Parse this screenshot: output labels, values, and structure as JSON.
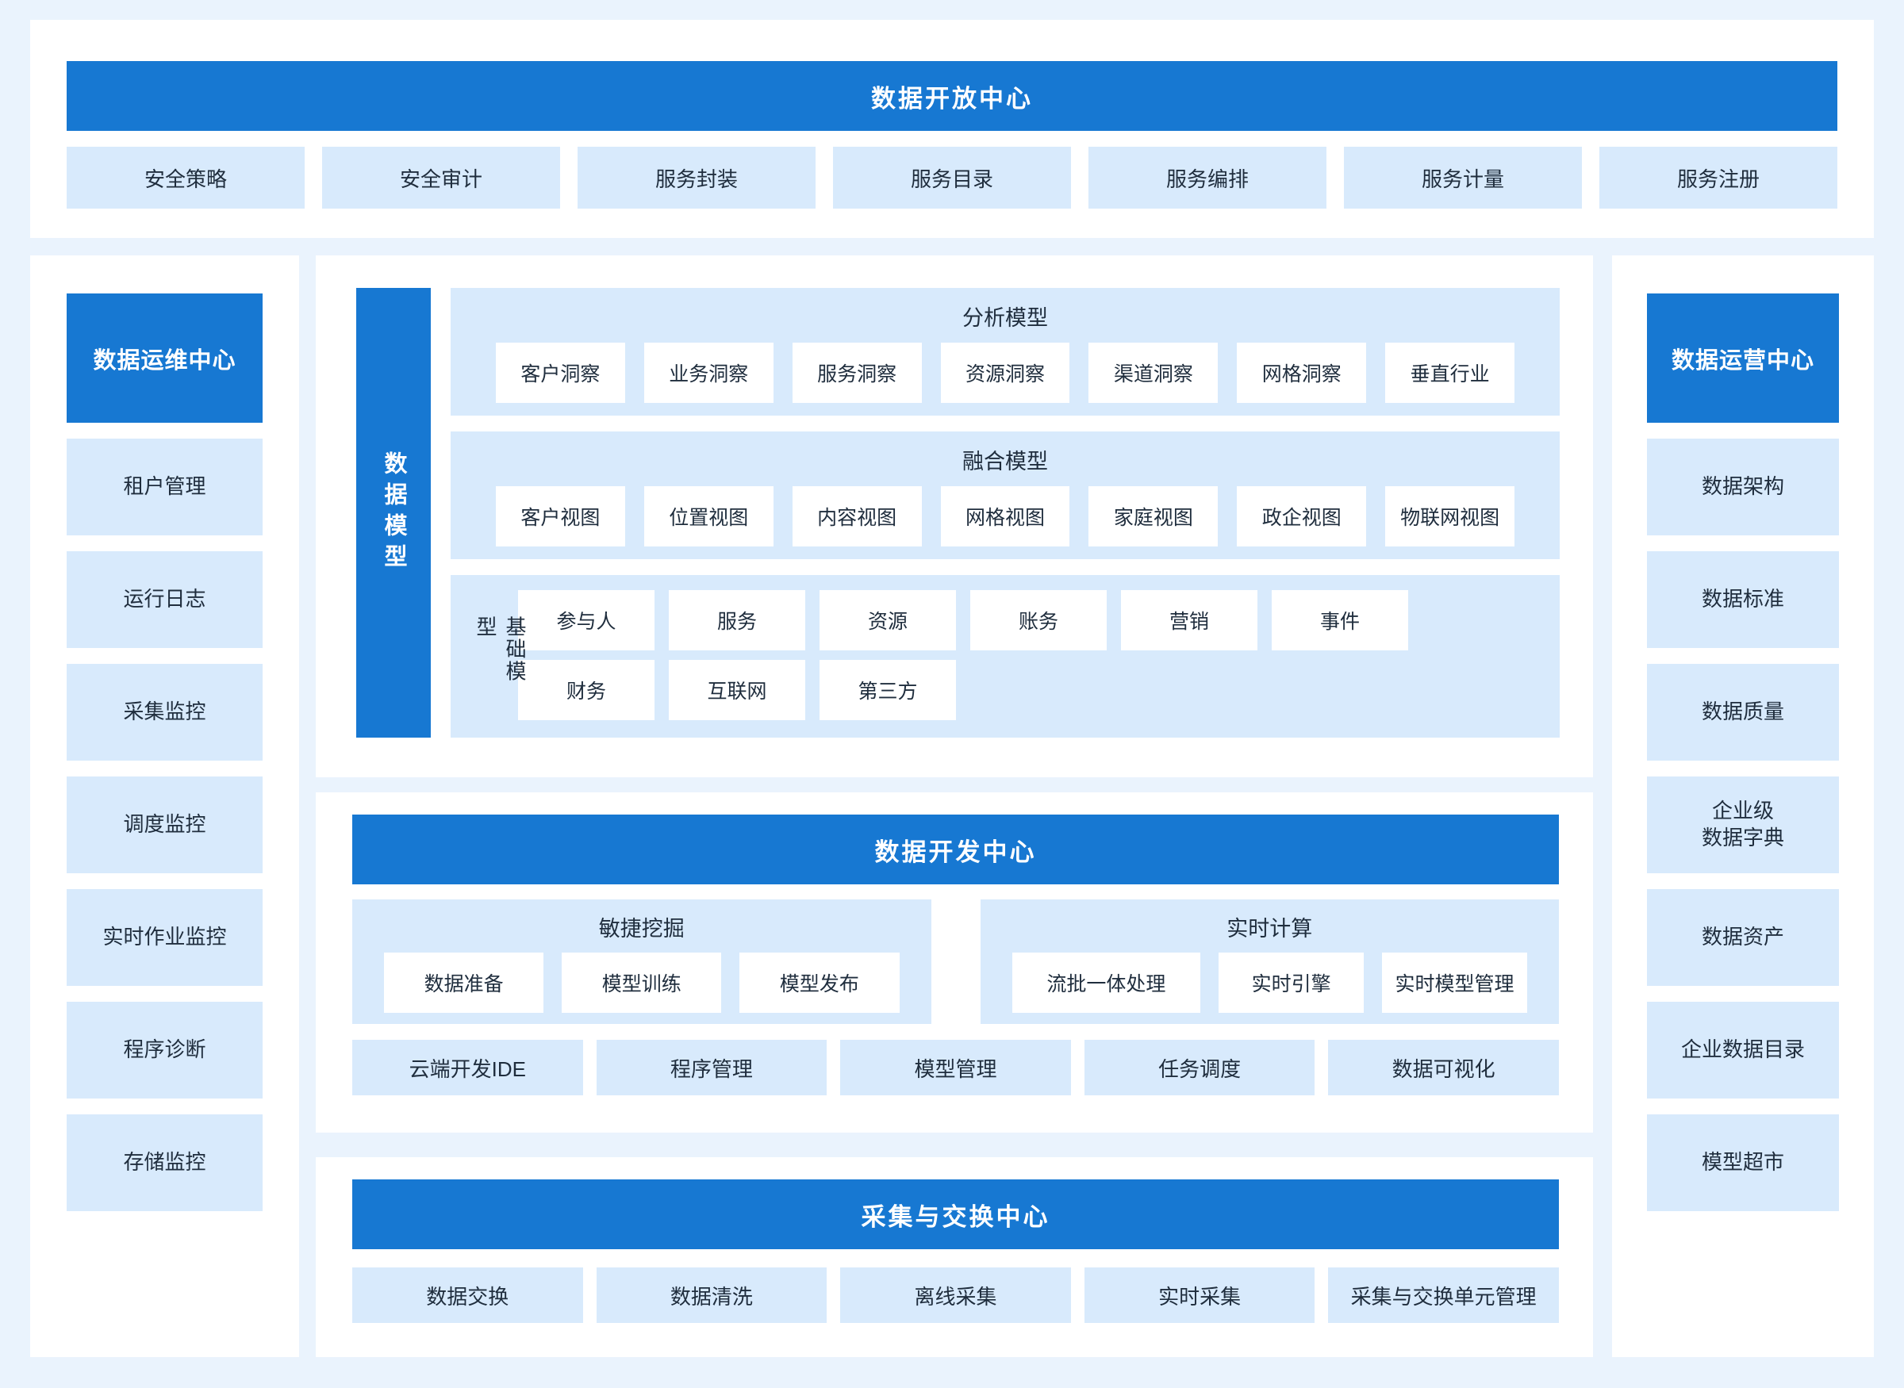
{
  "colors": {
    "page_bg": "#eaf3fd",
    "panel_bg": "#ffffff",
    "accent_blue": "#1778d2",
    "tile_blue": "#d8eafc",
    "text_dark": "#1f2d3d",
    "text_on_blue": "#ffffff"
  },
  "open_center": {
    "title": "数据开放中心",
    "items": [
      "安全策略",
      "安全审计",
      "服务封装",
      "服务目录",
      "服务编排",
      "服务计量",
      "服务注册"
    ]
  },
  "ops_center": {
    "title": "数据运维中心",
    "items": [
      "租户管理",
      "运行日志",
      "采集监控",
      "调度监控",
      "实时作业监控",
      "程序诊断",
      "存储监控"
    ]
  },
  "operation_center": {
    "title": "数据运营中心",
    "items": [
      "数据架构",
      "数据标准",
      "数据质量",
      "企业级\n数据字典",
      "数据资产",
      "企业数据目录",
      "模型超市"
    ]
  },
  "data_model": {
    "title": "数据模型",
    "analysis": {
      "title": "分析模型",
      "items": [
        "客户洞察",
        "业务洞察",
        "服务洞察",
        "资源洞察",
        "渠道洞察",
        "网格洞察",
        "垂直行业"
      ]
    },
    "fusion": {
      "title": "融合模型",
      "items": [
        "客户视图",
        "位置视图",
        "内容视图",
        "网格视图",
        "家庭视图",
        "政企视图",
        "物联网视图"
      ]
    },
    "base": {
      "title": "基础模型",
      "rows": [
        [
          "参与人",
          "服务",
          "资源",
          "账务",
          "营销",
          "事件"
        ],
        [
          "财务",
          "互联网",
          "第三方"
        ]
      ]
    }
  },
  "dev_center": {
    "title": "数据开发中心",
    "agile": {
      "title": "敏捷挖掘",
      "items": [
        "数据准备",
        "模型训练",
        "模型发布"
      ]
    },
    "realtime": {
      "title": "实时计算",
      "items": [
        "流批一体处理",
        "实时引擎",
        "实时模型管理"
      ]
    },
    "tools": [
      "云端开发IDE",
      "程序管理",
      "模型管理",
      "任务调度",
      "数据可视化"
    ]
  },
  "exchange_center": {
    "title": "采集与交换中心",
    "items": [
      "数据交换",
      "数据清洗",
      "离线采集",
      "实时采集",
      "采集与交换单元管理"
    ]
  }
}
